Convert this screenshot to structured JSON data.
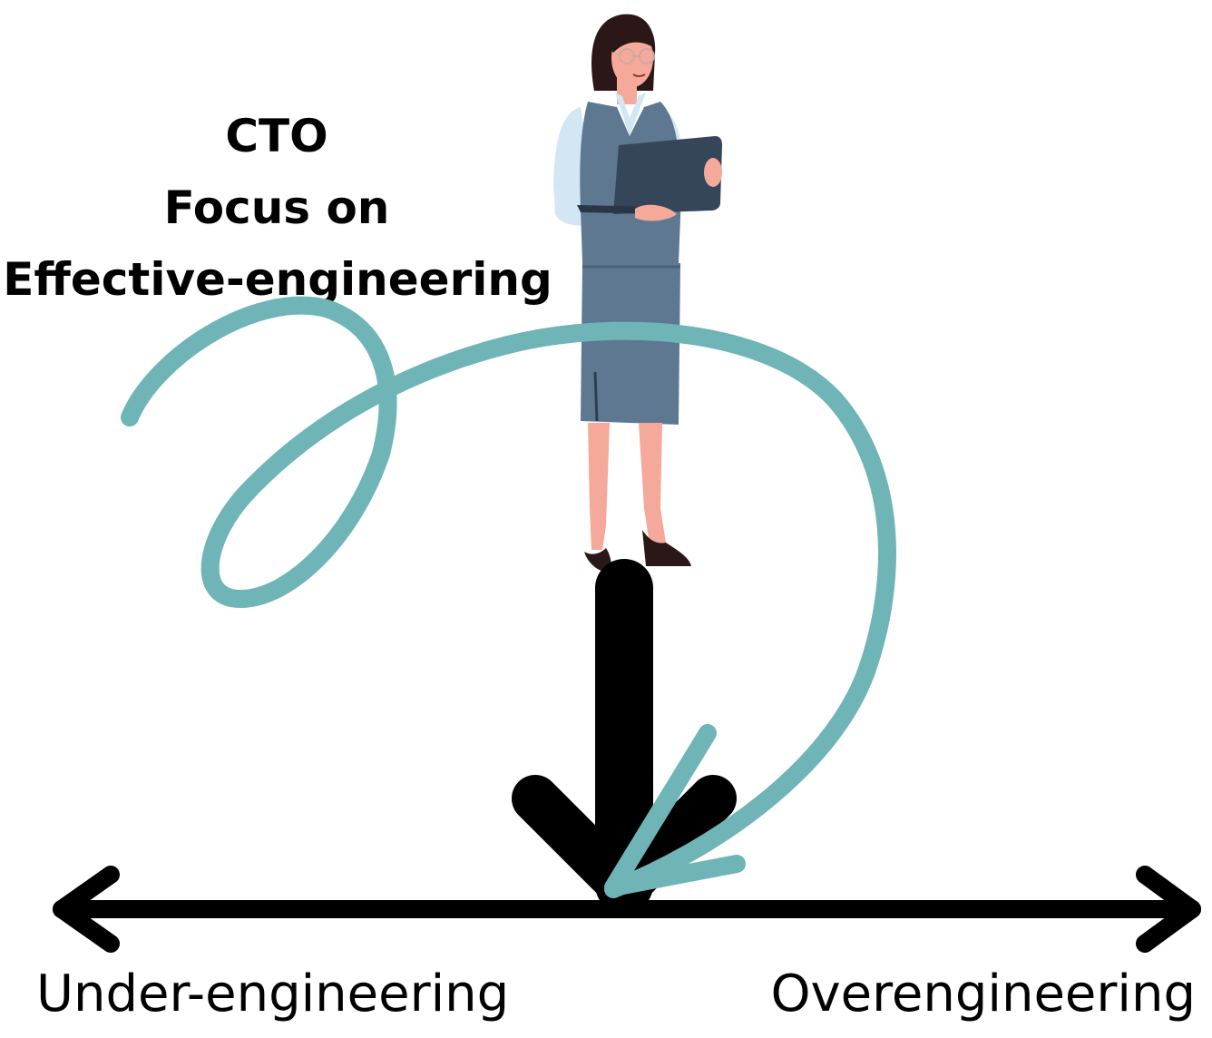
{
  "title": {
    "line1": "CTO",
    "line2": "Focus on",
    "line3": "Effective-engineering"
  },
  "axis": {
    "left_label": "Under-engineering",
    "right_label": "Overengineering"
  },
  "colors": {
    "arrow": "#000000",
    "swirl": "#6fb5b7",
    "vest": "#5f7891",
    "skirt": "#5f7891",
    "shirt": "#d3e6f3",
    "laptop": "#35455a",
    "skin": "#f4a99a",
    "hair": "#2b1717",
    "shoes": "#2b1717"
  },
  "icons": {
    "figure": "woman-with-laptop-icon",
    "pointer": "down-arrow-icon",
    "swirl": "curved-arrow-icon"
  }
}
